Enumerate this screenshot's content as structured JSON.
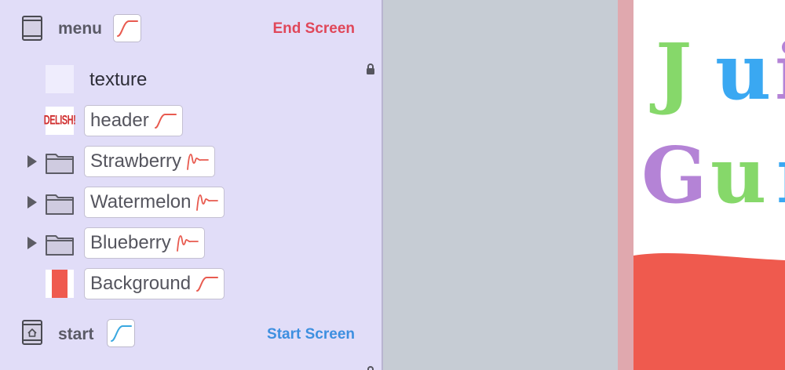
{
  "scenes": [
    {
      "label": "menu",
      "link": "End Screen",
      "link_color": "#e0475a",
      "curve_color": "#e85a4f"
    },
    {
      "label": "start",
      "link": "Start Screen",
      "link_color": "#3d8fe0",
      "curve_color": "#3aa8e0"
    }
  ],
  "layers": [
    {
      "label": "texture",
      "thumb": "blank-swatch"
    },
    {
      "label": "header",
      "thumb": "delish-logo",
      "thumb_text": "DELISH!"
    },
    {
      "label": "Strawberry",
      "thumb": "folder-icon",
      "collapsed": true
    },
    {
      "label": "Watermelon",
      "thumb": "folder-icon",
      "collapsed": true
    },
    {
      "label": "Blueberry",
      "thumb": "folder-icon",
      "collapsed": true
    },
    {
      "label": "Background",
      "thumb": "red-swatch"
    }
  ],
  "icons": {
    "scene": "phone-icon",
    "start_scene": "home-phone-icon",
    "lock": "lock-icon",
    "folder": "folder-icon",
    "ease": "ease-curve-icon",
    "spring": "spring-curve-icon",
    "expand": "disclosure-triangle-icon"
  },
  "colors": {
    "panel_bg": "#e1ddf8",
    "canvas_bg": "#c6ccd4",
    "curve_red": "#e85a4f",
    "curve_blue": "#3aa8e0"
  },
  "preview": {
    "letters_row1": [
      {
        "char": "J",
        "color": "#86d86a"
      },
      {
        "char": "u",
        "color": "#3aa8f2"
      },
      {
        "char": "i",
        "color": "#b483d6"
      }
    ],
    "letters_row2": [
      {
        "char": "G",
        "color": "#b483d6"
      },
      {
        "char": "u",
        "color": "#86d86a"
      },
      {
        "char": "m",
        "color": "#3aa8f2"
      }
    ],
    "band_color": "#ef5a4e"
  }
}
